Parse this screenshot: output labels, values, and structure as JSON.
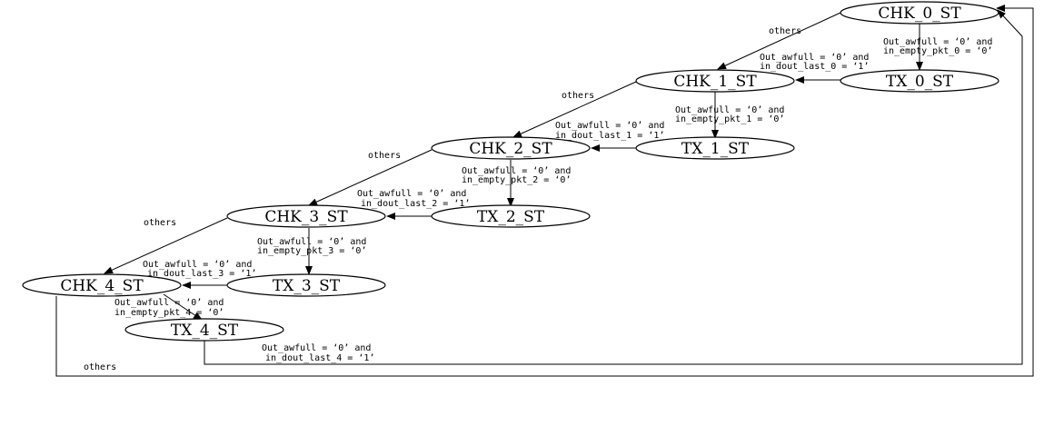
{
  "nodes": {
    "chk0": "CHK_0_ST",
    "chk1": "CHK_1_ST",
    "chk2": "CHK_2_ST",
    "chk3": "CHK_3_ST",
    "chk4": "CHK_4_ST",
    "tx0": "TX_0_ST",
    "tx1": "TX_1_ST",
    "tx2": "TX_2_ST",
    "tx3": "TX_3_ST",
    "tx4": "TX_4_ST"
  },
  "labels": {
    "others": "others",
    "tx0_a": "Out_awfull = ‘0’ and",
    "tx0_b": "in_empty_pkt_0 = ‘0’",
    "ret0_a": "Out_awfull = ‘0’ and",
    "ret0_b": "in_dout_last_0 = ‘1’",
    "tx1_a": "Out_awfull = ‘0’ and",
    "tx1_b": "in_empty_pkt_1 = ‘0’",
    "ret1_a": "Out_awfull = ‘0’ and",
    "ret1_b": "in_dout_last_1 = ‘1’",
    "tx2_a": "Out_awfull = ‘0’ and",
    "tx2_b": "in_empty_pkt_2 = ‘0’",
    "ret2_a": "Out_awfull  = ‘0’ and",
    "ret2_b": "in_dout_last_2 = ‘1’",
    "tx3_a": "Out_awfull = ‘0’ and",
    "tx3_b": "in_empty_pkt_3 = ‘0’",
    "ret3_a": "Out_awfull  = ‘0’ and",
    "ret3_b": "in_dout_last_3 = ‘1’",
    "tx4_a": "Out_awfull = ‘0’ and",
    "tx4_b": "in_empty_pkt_4 = ‘0’",
    "ret4_a": "Out_awfull  = ‘0’ and",
    "ret4_b": "in_dout_last_4 = ‘1’"
  }
}
